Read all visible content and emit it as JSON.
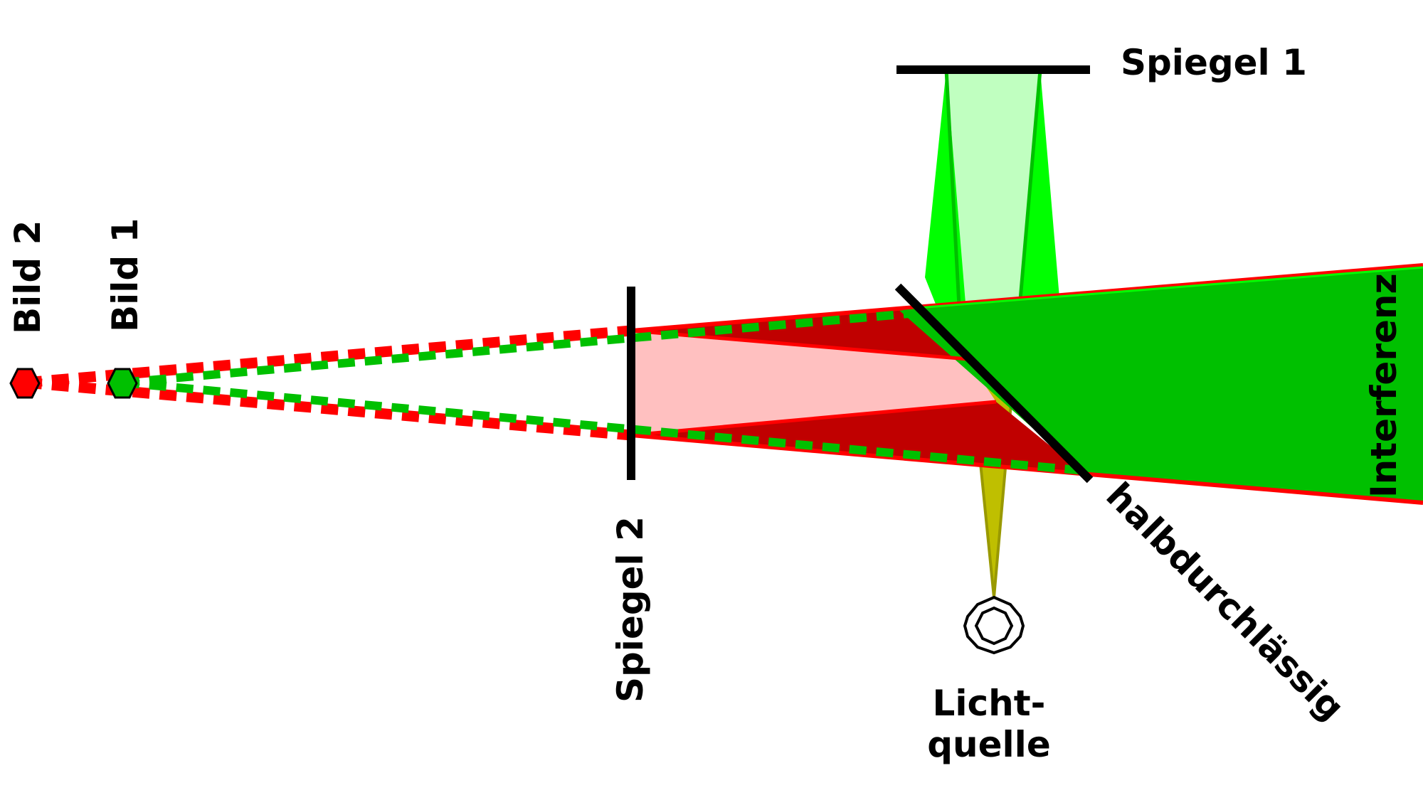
{
  "labels": {
    "spiegel1": "Spiegel 1",
    "spiegel2": "Spiegel 2",
    "bild1": "Bild 1",
    "bild2": "Bild 2",
    "interferenz": "Interferenz",
    "halbdurchlaessig": "halbdurchlässig",
    "lichtquelle_line1": "Licht-",
    "lichtquelle_line2": "quelle"
  },
  "colors": {
    "red": "#ff0000",
    "dark_red": "#c00000",
    "light_red": "#ffc0c0",
    "green": "#00ff00",
    "dark_green": "#00c000",
    "light_green": "#c0ffc0",
    "olive": "#bfbf00",
    "black": "#000000"
  }
}
